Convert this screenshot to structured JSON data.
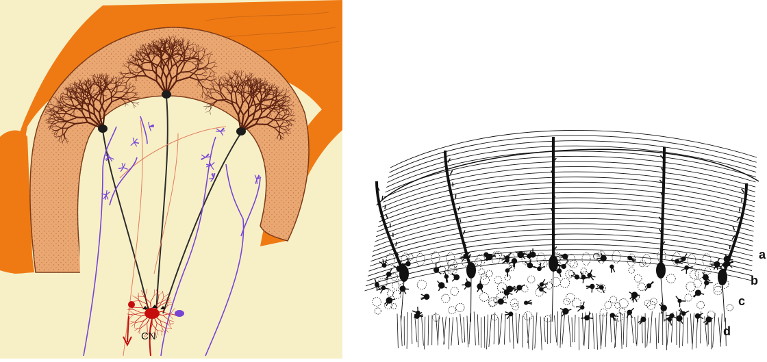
{
  "left_figure": {
    "label_cn": "CN",
    "colors": {
      "background": "#f7f0c7",
      "outer_wm": "#ef7a14",
      "molecular_layer": "#e9a772",
      "molecular_stipple": "#c56c45",
      "purkinje_dendrite": "#5a2010",
      "purkinje_soma": "#1c1c1c",
      "axon": "#2b2b2b",
      "climbing_fiber": "#7744d4",
      "thin_axon": "#e37c5c",
      "nucleus_neuron": "#c60d0d"
    }
  },
  "right_figure": {
    "layer_labels": [
      "a",
      "b",
      "c",
      "d"
    ],
    "colors": {
      "ink": "#111111",
      "paper": "#ffffff"
    }
  }
}
